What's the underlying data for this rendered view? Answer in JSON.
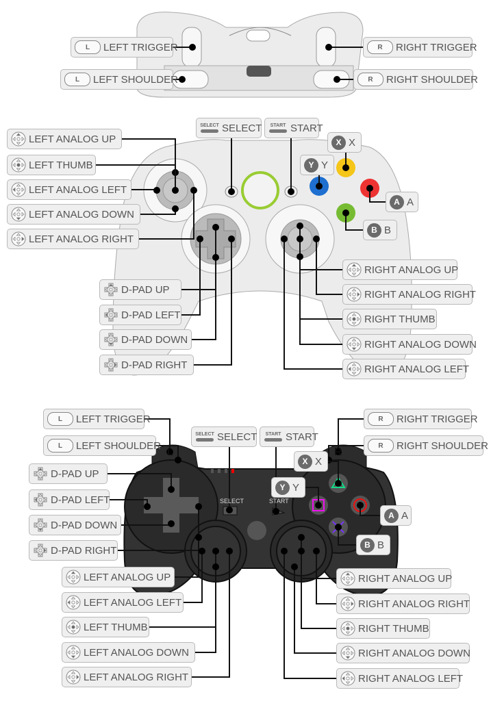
{
  "labels": [
    {
      "text": "LEFT TRIGGER",
      "icon": "L"
    },
    {
      "text": "LEFT SHOULDER",
      "icon": "L"
    },
    {
      "text": "RIGHT TRIGGER",
      "icon": "R"
    },
    {
      "text": "RIGHT SHOULDER",
      "icon": "R"
    },
    {
      "text": "SELECT",
      "icon": "SELECT"
    },
    {
      "text": "START",
      "icon": "START"
    },
    {
      "text": "LEFT ANALOG UP",
      "icon": "stick-up"
    },
    {
      "text": "LEFT THUMB",
      "icon": "stick-thumb"
    },
    {
      "text": "LEFT ANALOG LEFT",
      "icon": "stick-left"
    },
    {
      "text": "LEFT ANALOG DOWN",
      "icon": "stick-down"
    },
    {
      "text": "LEFT ANALOG RIGHT",
      "icon": "stick-right"
    },
    {
      "text": "X",
      "icon": "X"
    },
    {
      "text": "Y",
      "icon": "Y"
    },
    {
      "text": "A",
      "icon": "A"
    },
    {
      "text": "B",
      "icon": "B"
    },
    {
      "text": "D-PAD UP",
      "icon": "dpad-up"
    },
    {
      "text": "D-PAD LEFT",
      "icon": "dpad-left"
    },
    {
      "text": "D-PAD DOWN",
      "icon": "dpad-down"
    },
    {
      "text": "D-PAD RIGHT",
      "icon": "dpad-right"
    },
    {
      "text": "RIGHT ANALOG UP",
      "icon": "stick-up"
    },
    {
      "text": "RIGHT ANALOG RIGHT",
      "icon": "stick-right"
    },
    {
      "text": "RIGHT THUMB",
      "icon": "stick-thumb"
    },
    {
      "text": "RIGHT ANALOG DOWN",
      "icon": "stick-down"
    },
    {
      "text": "RIGHT ANALOG LEFT",
      "icon": "stick-left"
    },
    {
      "text": "LEFT TRIGGER",
      "icon": "L"
    },
    {
      "text": "LEFT SHOULDER",
      "icon": "L"
    },
    {
      "text": "RIGHT TRIGGER",
      "icon": "R"
    },
    {
      "text": "RIGHT SHOULDER",
      "icon": "R"
    },
    {
      "text": "SELECT",
      "icon": "SELECT"
    },
    {
      "text": "START",
      "icon": "START"
    },
    {
      "text": "X",
      "icon": "X"
    },
    {
      "text": "Y",
      "icon": "Y"
    },
    {
      "text": "A",
      "icon": "A"
    },
    {
      "text": "B",
      "icon": "B"
    },
    {
      "text": "D-PAD UP",
      "icon": "dpad-up"
    },
    {
      "text": "D-PAD LEFT",
      "icon": "dpad-left"
    },
    {
      "text": "D-PAD DOWN",
      "icon": "dpad-down"
    },
    {
      "text": "D-PAD RIGHT",
      "icon": "dpad-right"
    },
    {
      "text": "LEFT ANALOG UP",
      "icon": "stick-up"
    },
    {
      "text": "LEFT ANALOG LEFT",
      "icon": "stick-left"
    },
    {
      "text": "LEFT THUMB",
      "icon": "stick-thumb"
    },
    {
      "text": "LEFT ANALOG DOWN",
      "icon": "stick-down"
    },
    {
      "text": "LEFT ANALOG RIGHT",
      "icon": "stick-right"
    },
    {
      "text": "RIGHT ANALOG UP",
      "icon": "stick-up"
    },
    {
      "text": "RIGHT ANALOG RIGHT",
      "icon": "stick-right"
    },
    {
      "text": "RIGHT THUMB",
      "icon": "stick-thumb"
    },
    {
      "text": "RIGHT ANALOG DOWN",
      "icon": "stick-down"
    },
    {
      "text": "RIGHT ANALOG LEFT",
      "icon": "stick-left"
    }
  ],
  "ps_controller": {
    "l_mark": "L",
    "r_mark": "R",
    "select_mark": "SELECT",
    "start_mark": "START"
  },
  "colors": {
    "xbox_a": "#e33",
    "xbox_b": "#7b3",
    "xbox_x": "#f5c518",
    "xbox_y": "#1e6fd0",
    "guide": "#9c3",
    "ps_triangle": "#1d8",
    "ps_circle": "#e11",
    "ps_square": "#e1e",
    "ps_cross": "#73f"
  }
}
